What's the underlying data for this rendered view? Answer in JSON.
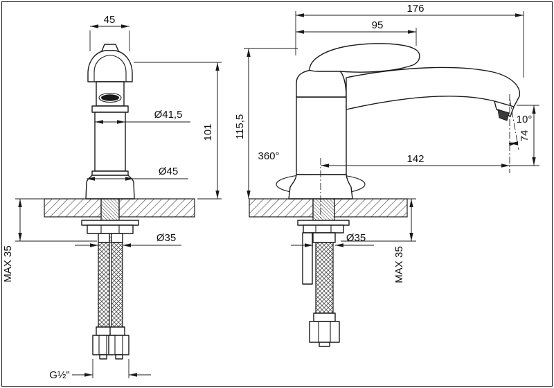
{
  "drawing": {
    "front_view": {
      "top_width": "45",
      "body_diameter": "Ø41,5",
      "body_height": "101",
      "base_diameter": "Ø45",
      "shank_diameter": "Ø35",
      "max_deck_thickness": "MAX 35",
      "thread_size": "G½\""
    },
    "side_view": {
      "total_length": "176",
      "handle_length": "95",
      "total_height": "115,5",
      "swivel_angle": "360°",
      "spout_reach": "142",
      "spout_angle": "10°",
      "spout_height": "74",
      "shank_diameter": "Ø35",
      "max_deck_thickness": "MAX 35"
    }
  }
}
